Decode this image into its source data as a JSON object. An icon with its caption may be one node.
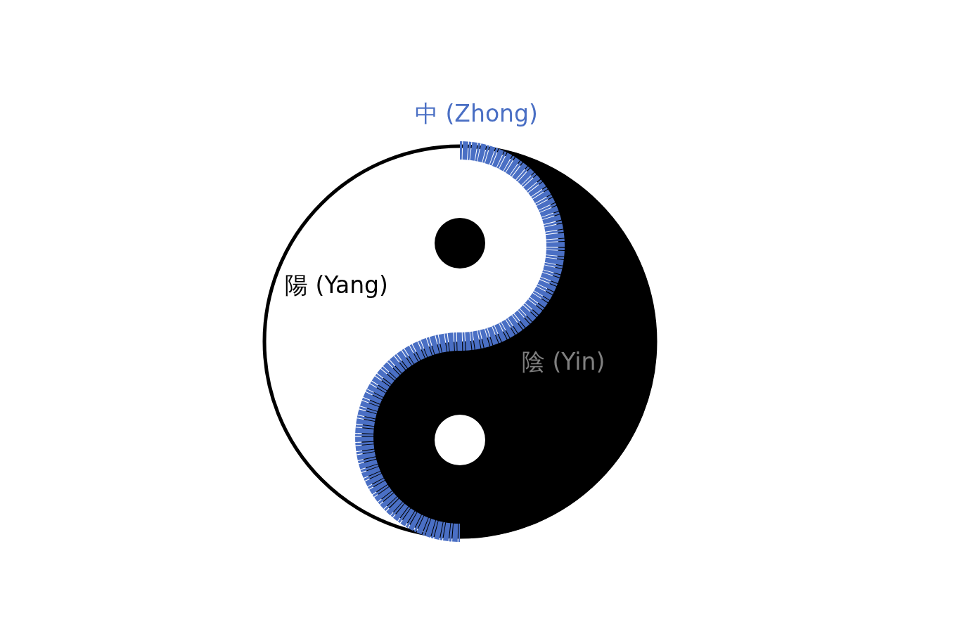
{
  "diagram": {
    "labels": [
      "中 (Zhong)",
      "陽 (Yang)",
      "陰 (Yin)"
    ]
  }
}
